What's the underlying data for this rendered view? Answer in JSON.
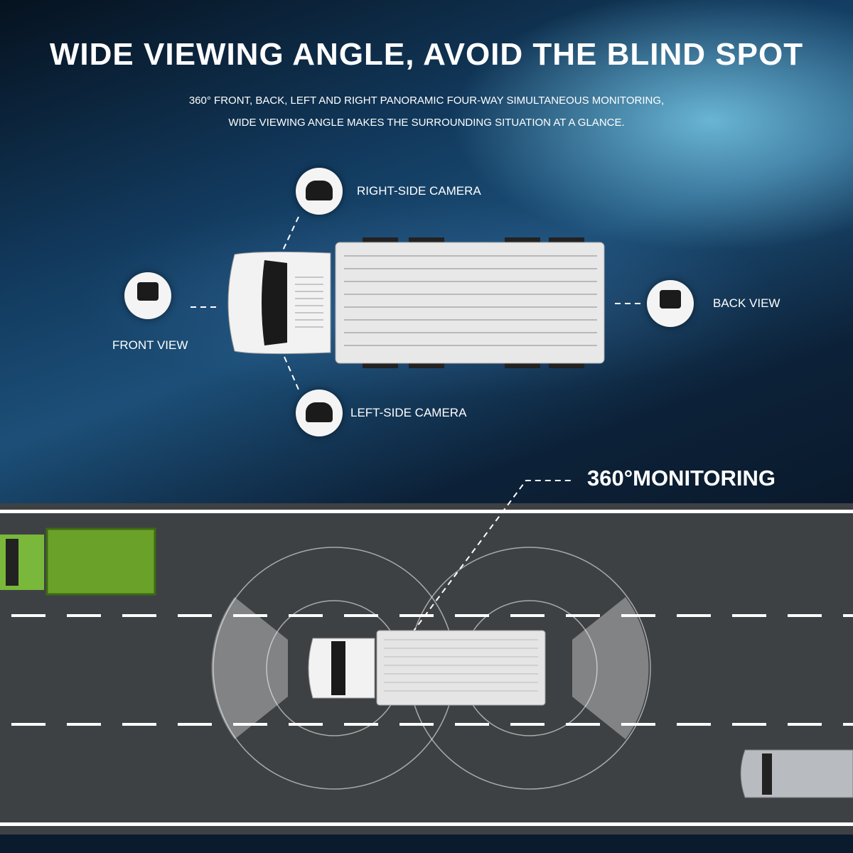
{
  "header": {
    "title": "WIDE VIEWING ANGLE, AVOID THE BLIND SPOT",
    "subtitle_line1": "360° FRONT, BACK, LEFT AND RIGHT PANORAMIC FOUR-WAY SIMULTANEOUS MONITORING,",
    "subtitle_line2": "WIDE VIEWING ANGLE MAKES THE SURROUNDING SITUATION AT A GLANCE."
  },
  "cameras": {
    "right": "RIGHT-SIDE CAMERA",
    "front": "FRONT VIEW",
    "back": "BACK VIEW",
    "left": "LEFT-SIDE CAMERA"
  },
  "road": {
    "label": "360°MONITORING"
  },
  "colors": {
    "sky": "#123a5e",
    "road": "#3e4144",
    "green_truck": "#6aa229"
  }
}
